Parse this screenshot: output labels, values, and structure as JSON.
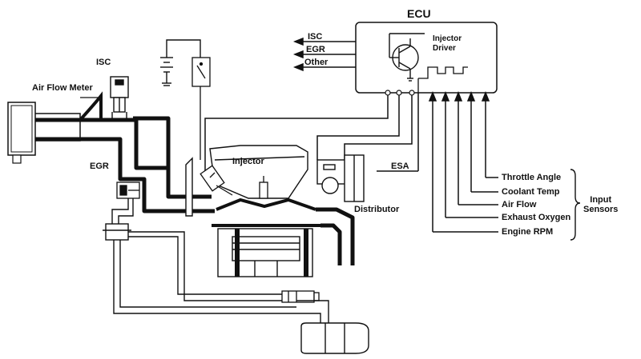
{
  "diagram": {
    "ecu_title": "ECU",
    "outputs": [
      "ISC",
      "EGR",
      "Other"
    ],
    "injector_driver": "Injector\nDriver",
    "sensors": [
      "Throttle Angle",
      "Coolant Temp",
      "Air Flow",
      "Exhaust Oxygen",
      "Engine RPM"
    ],
    "input_sensors_label": "Input\nSensors",
    "components": {
      "air_flow_meter": "Air Flow Meter",
      "isc": "ISC",
      "egr": "EGR",
      "injector": "Injector",
      "distributor": "Distributor",
      "esa": "ESA"
    }
  }
}
